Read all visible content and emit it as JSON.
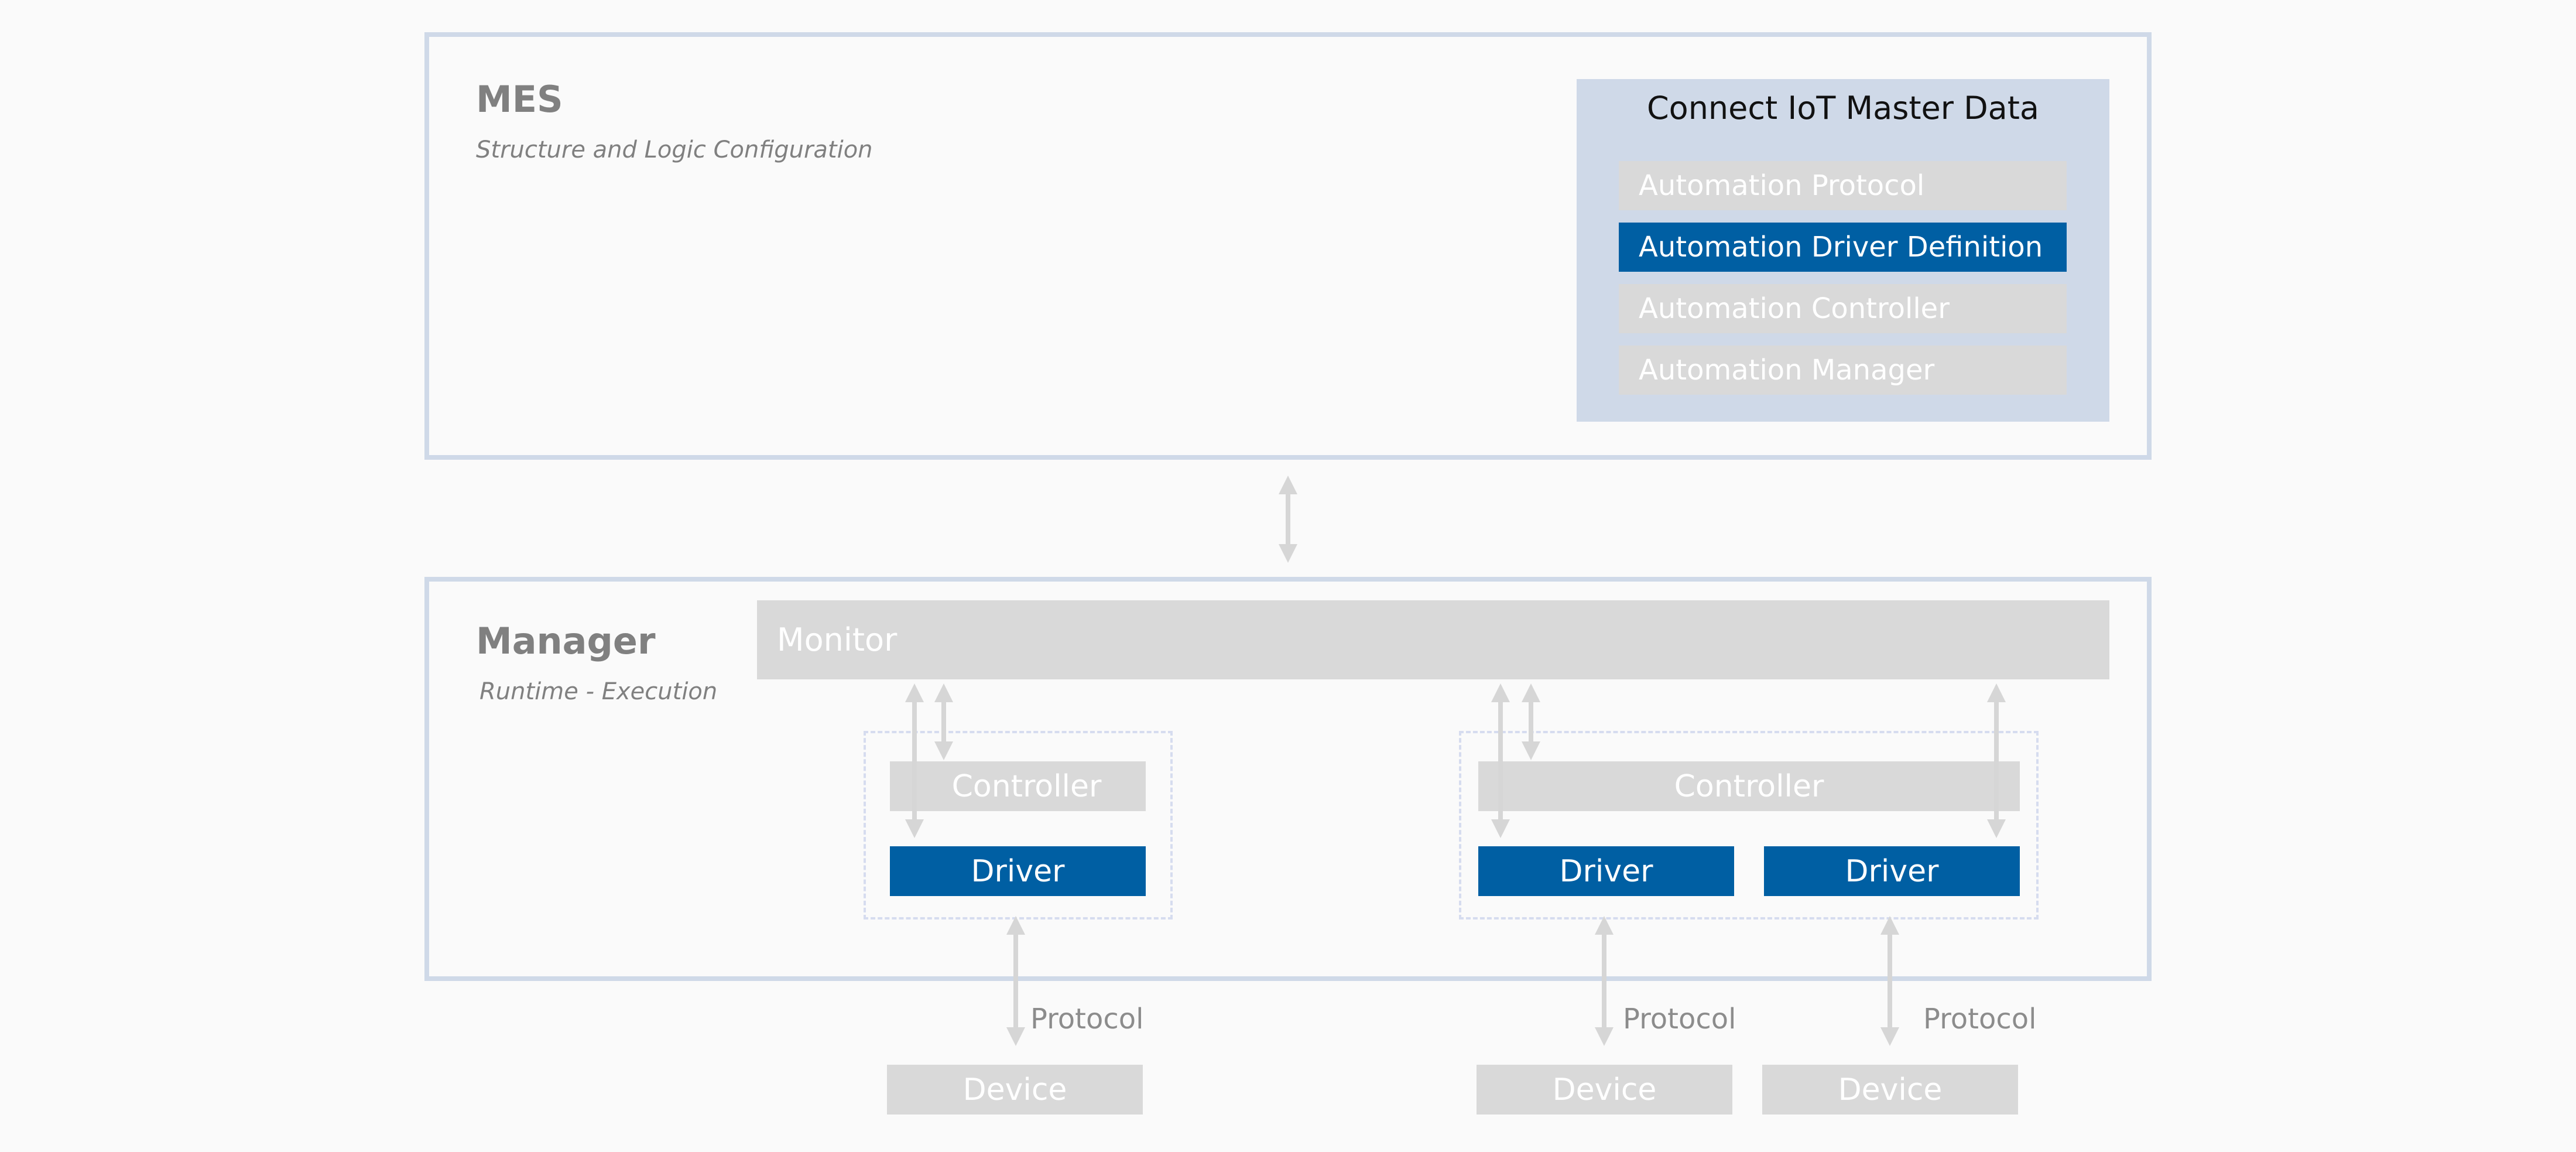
{
  "mes": {
    "title": "MES",
    "subtitle": "Structure and Logic Configuration",
    "master_data": {
      "title": "Connect IoT Master Data",
      "items": [
        {
          "label": "Automation Protocol",
          "highlighted": false
        },
        {
          "label": "Automation Driver Definition",
          "highlighted": true
        },
        {
          "label": "Automation Controller",
          "highlighted": false
        },
        {
          "label": "Automation Manager",
          "highlighted": false
        }
      ]
    }
  },
  "manager": {
    "title": "Manager",
    "subtitle": "Runtime - Execution",
    "monitor_label": "Monitor",
    "controllers": [
      {
        "label": "Controller",
        "drivers": [
          "Driver"
        ]
      },
      {
        "label": "Controller",
        "drivers": [
          "Driver",
          "Driver"
        ]
      }
    ]
  },
  "devices": [
    {
      "label": "Device",
      "protocol": "Protocol"
    },
    {
      "label": "Device",
      "protocol": "Protocol"
    },
    {
      "label": "Device",
      "protocol": "Protocol"
    }
  ],
  "colors": {
    "panel_border": "#cfd9e8",
    "master_data_bg": "#cfd9e8",
    "highlight": "#005fa3",
    "box_gray": "#d9d9d9",
    "arrow": "#d6d6d6"
  }
}
